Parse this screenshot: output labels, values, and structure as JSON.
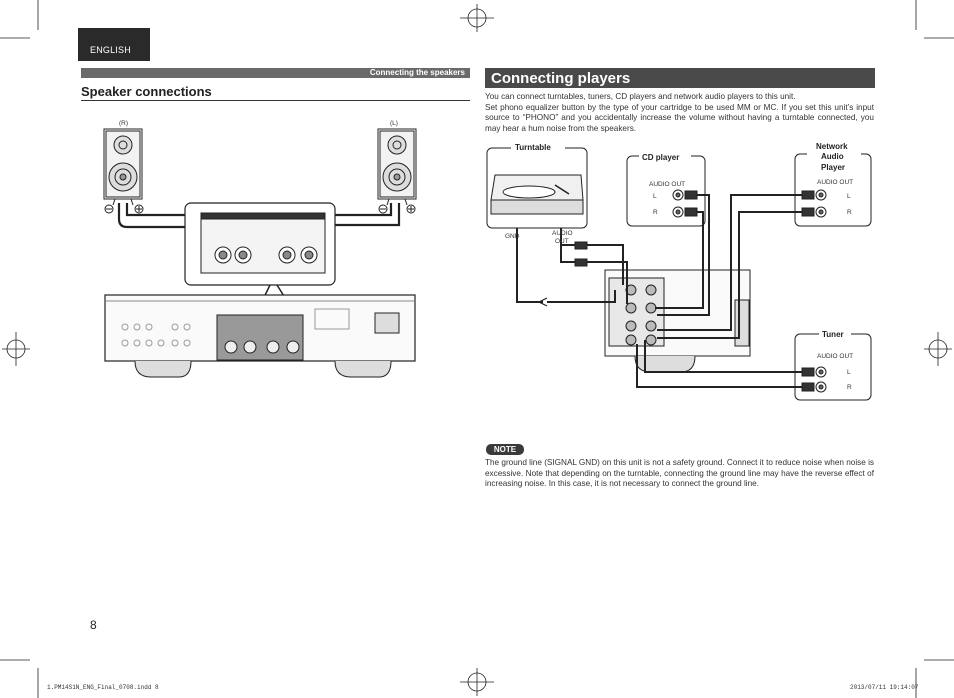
{
  "header": {
    "language_tab": "ENGLISH",
    "section_bar": "Connecting the speakers"
  },
  "speaker_section": {
    "title": "Speaker connections",
    "right_label": "(R)",
    "left_label": "(L)"
  },
  "players_section": {
    "title": "Connecting players",
    "intro_line1": "You can connect turntables, tuners, CD players and network audio players to this unit.",
    "intro_line2": "Set phono equalizer button by the type of your cartridge to be used MM or MC. If you set this unit’s input source to “PHONO” and you accidentally increase the volume without having a turntable connected, you may hear a hum noise from the speakers."
  },
  "diagram": {
    "turntable": "Turntable",
    "cd_player": "CD player",
    "network_player_line1": "Network",
    "network_player_line2": "Audio",
    "network_player_line3": "Player",
    "tuner": "Tuner",
    "audio_out": "AUDIO OUT",
    "audio": "AUDIO",
    "out": "OUT",
    "gnd": "GND",
    "l": "L",
    "r": "R"
  },
  "note": {
    "badge": "NOTE",
    "text": "The ground line (SIGNAL GND) on this unit is not a safety ground. Connect it to reduce noise when noise is excessive. Note that depending on the turntable, connecting the ground line may have the reverse effect of increasing noise. In this case, it is not necessary to connect the ground line."
  },
  "page_number": "8",
  "footer": {
    "file": "1.PM14S1N_ENG_Final_0708.indd   8",
    "timestamp": "2013/07/11   19:14:07"
  }
}
